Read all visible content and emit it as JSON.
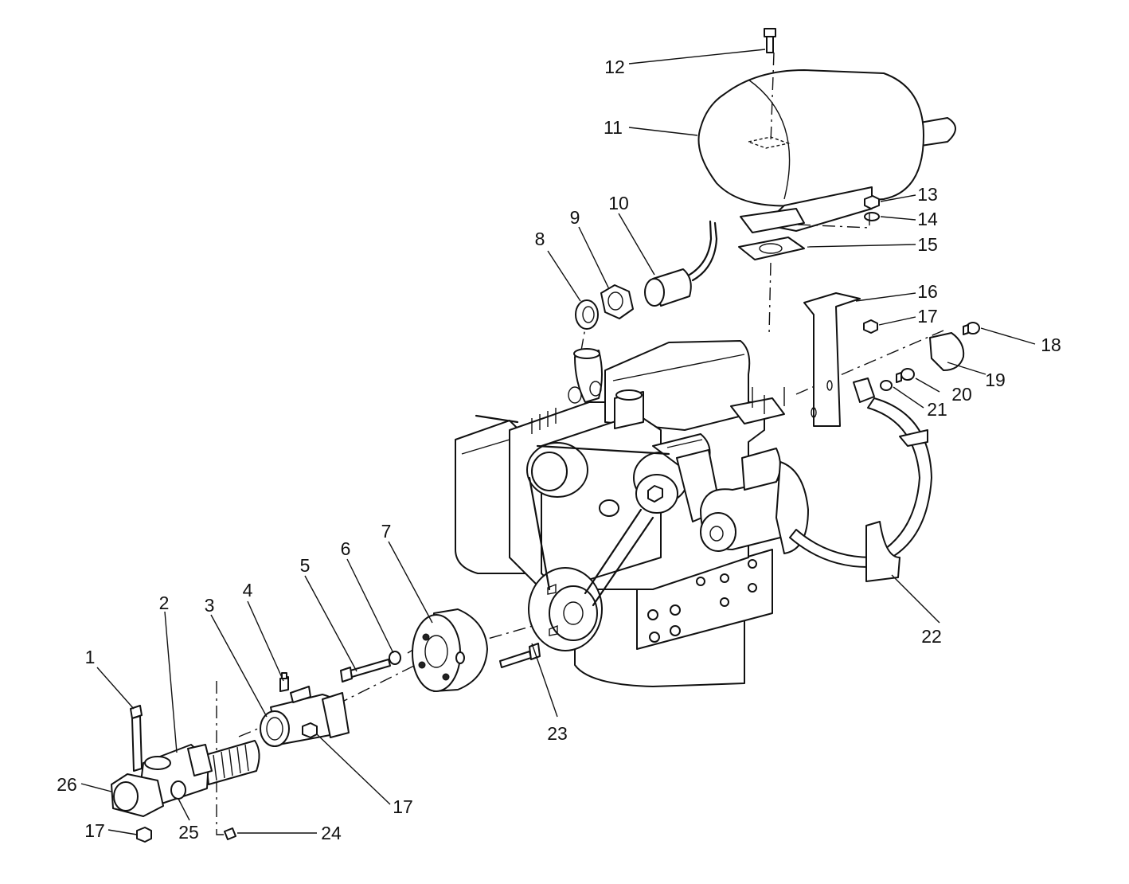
{
  "callouts": [
    {
      "id": "c1",
      "label": "1"
    },
    {
      "id": "c2",
      "label": "2"
    },
    {
      "id": "c3",
      "label": "3"
    },
    {
      "id": "c4",
      "label": "4"
    },
    {
      "id": "c5",
      "label": "5"
    },
    {
      "id": "c6",
      "label": "6"
    },
    {
      "id": "c7",
      "label": "7"
    },
    {
      "id": "c8",
      "label": "8"
    },
    {
      "id": "c9",
      "label": "9"
    },
    {
      "id": "c10",
      "label": "10"
    },
    {
      "id": "c11",
      "label": "11"
    },
    {
      "id": "c12",
      "label": "12"
    },
    {
      "id": "c13",
      "label": "13"
    },
    {
      "id": "c14",
      "label": "14"
    },
    {
      "id": "c15",
      "label": "15"
    },
    {
      "id": "c16",
      "label": "16"
    },
    {
      "id": "c17a",
      "label": "17"
    },
    {
      "id": "c18",
      "label": "18"
    },
    {
      "id": "c19",
      "label": "19"
    },
    {
      "id": "c20",
      "label": "20"
    },
    {
      "id": "c21",
      "label": "21"
    },
    {
      "id": "c22",
      "label": "22"
    },
    {
      "id": "c23",
      "label": "23"
    },
    {
      "id": "c17b",
      "label": "17"
    },
    {
      "id": "c24",
      "label": "24"
    },
    {
      "id": "c25",
      "label": "25"
    },
    {
      "id": "c26",
      "label": "26"
    },
    {
      "id": "c17c",
      "label": "17"
    }
  ]
}
